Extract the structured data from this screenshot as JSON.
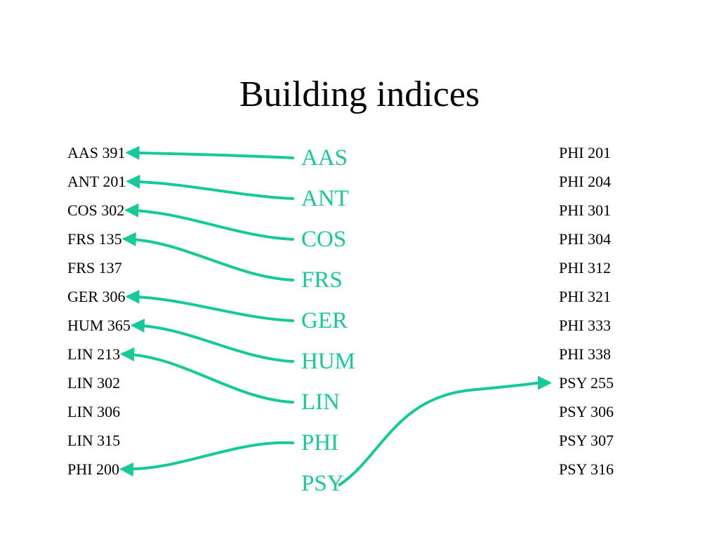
{
  "title": "Building indices",
  "accent_color": "#16c99a",
  "course_list_left": [
    "AAS 391",
    "ANT 201",
    "COS 302",
    "FRS 135",
    "FRS 137",
    "GER 306",
    "HUM 365",
    "LIN 213",
    "LIN 302",
    "LIN 306",
    "LIN 315",
    "PHI 200"
  ],
  "index_keys": [
    "AAS",
    "ANT",
    "COS",
    "FRS",
    "GER",
    "HUM",
    "LIN",
    "PHI",
    "PSY"
  ],
  "course_list_right": [
    "PHI 201",
    "PHI 204",
    "PHI 301",
    "PHI 304",
    "PHI 312",
    "PHI 321",
    "PHI 333",
    "PHI 338",
    "PSY 255",
    "PSY 306",
    "PSY 307",
    "PSY 316"
  ],
  "pointers": [
    {
      "from": "AAS",
      "to": "AAS 391"
    },
    {
      "from": "ANT",
      "to": "ANT 201"
    },
    {
      "from": "COS",
      "to": "COS 302"
    },
    {
      "from": "FRS",
      "to": "FRS 135"
    },
    {
      "from": "GER",
      "to": "GER 306"
    },
    {
      "from": "HUM",
      "to": "HUM 365"
    },
    {
      "from": "LIN",
      "to": "LIN 213"
    },
    {
      "from": "PHI",
      "to": "PHI 200"
    },
    {
      "from": "PSY",
      "to": "PSY 255"
    }
  ]
}
